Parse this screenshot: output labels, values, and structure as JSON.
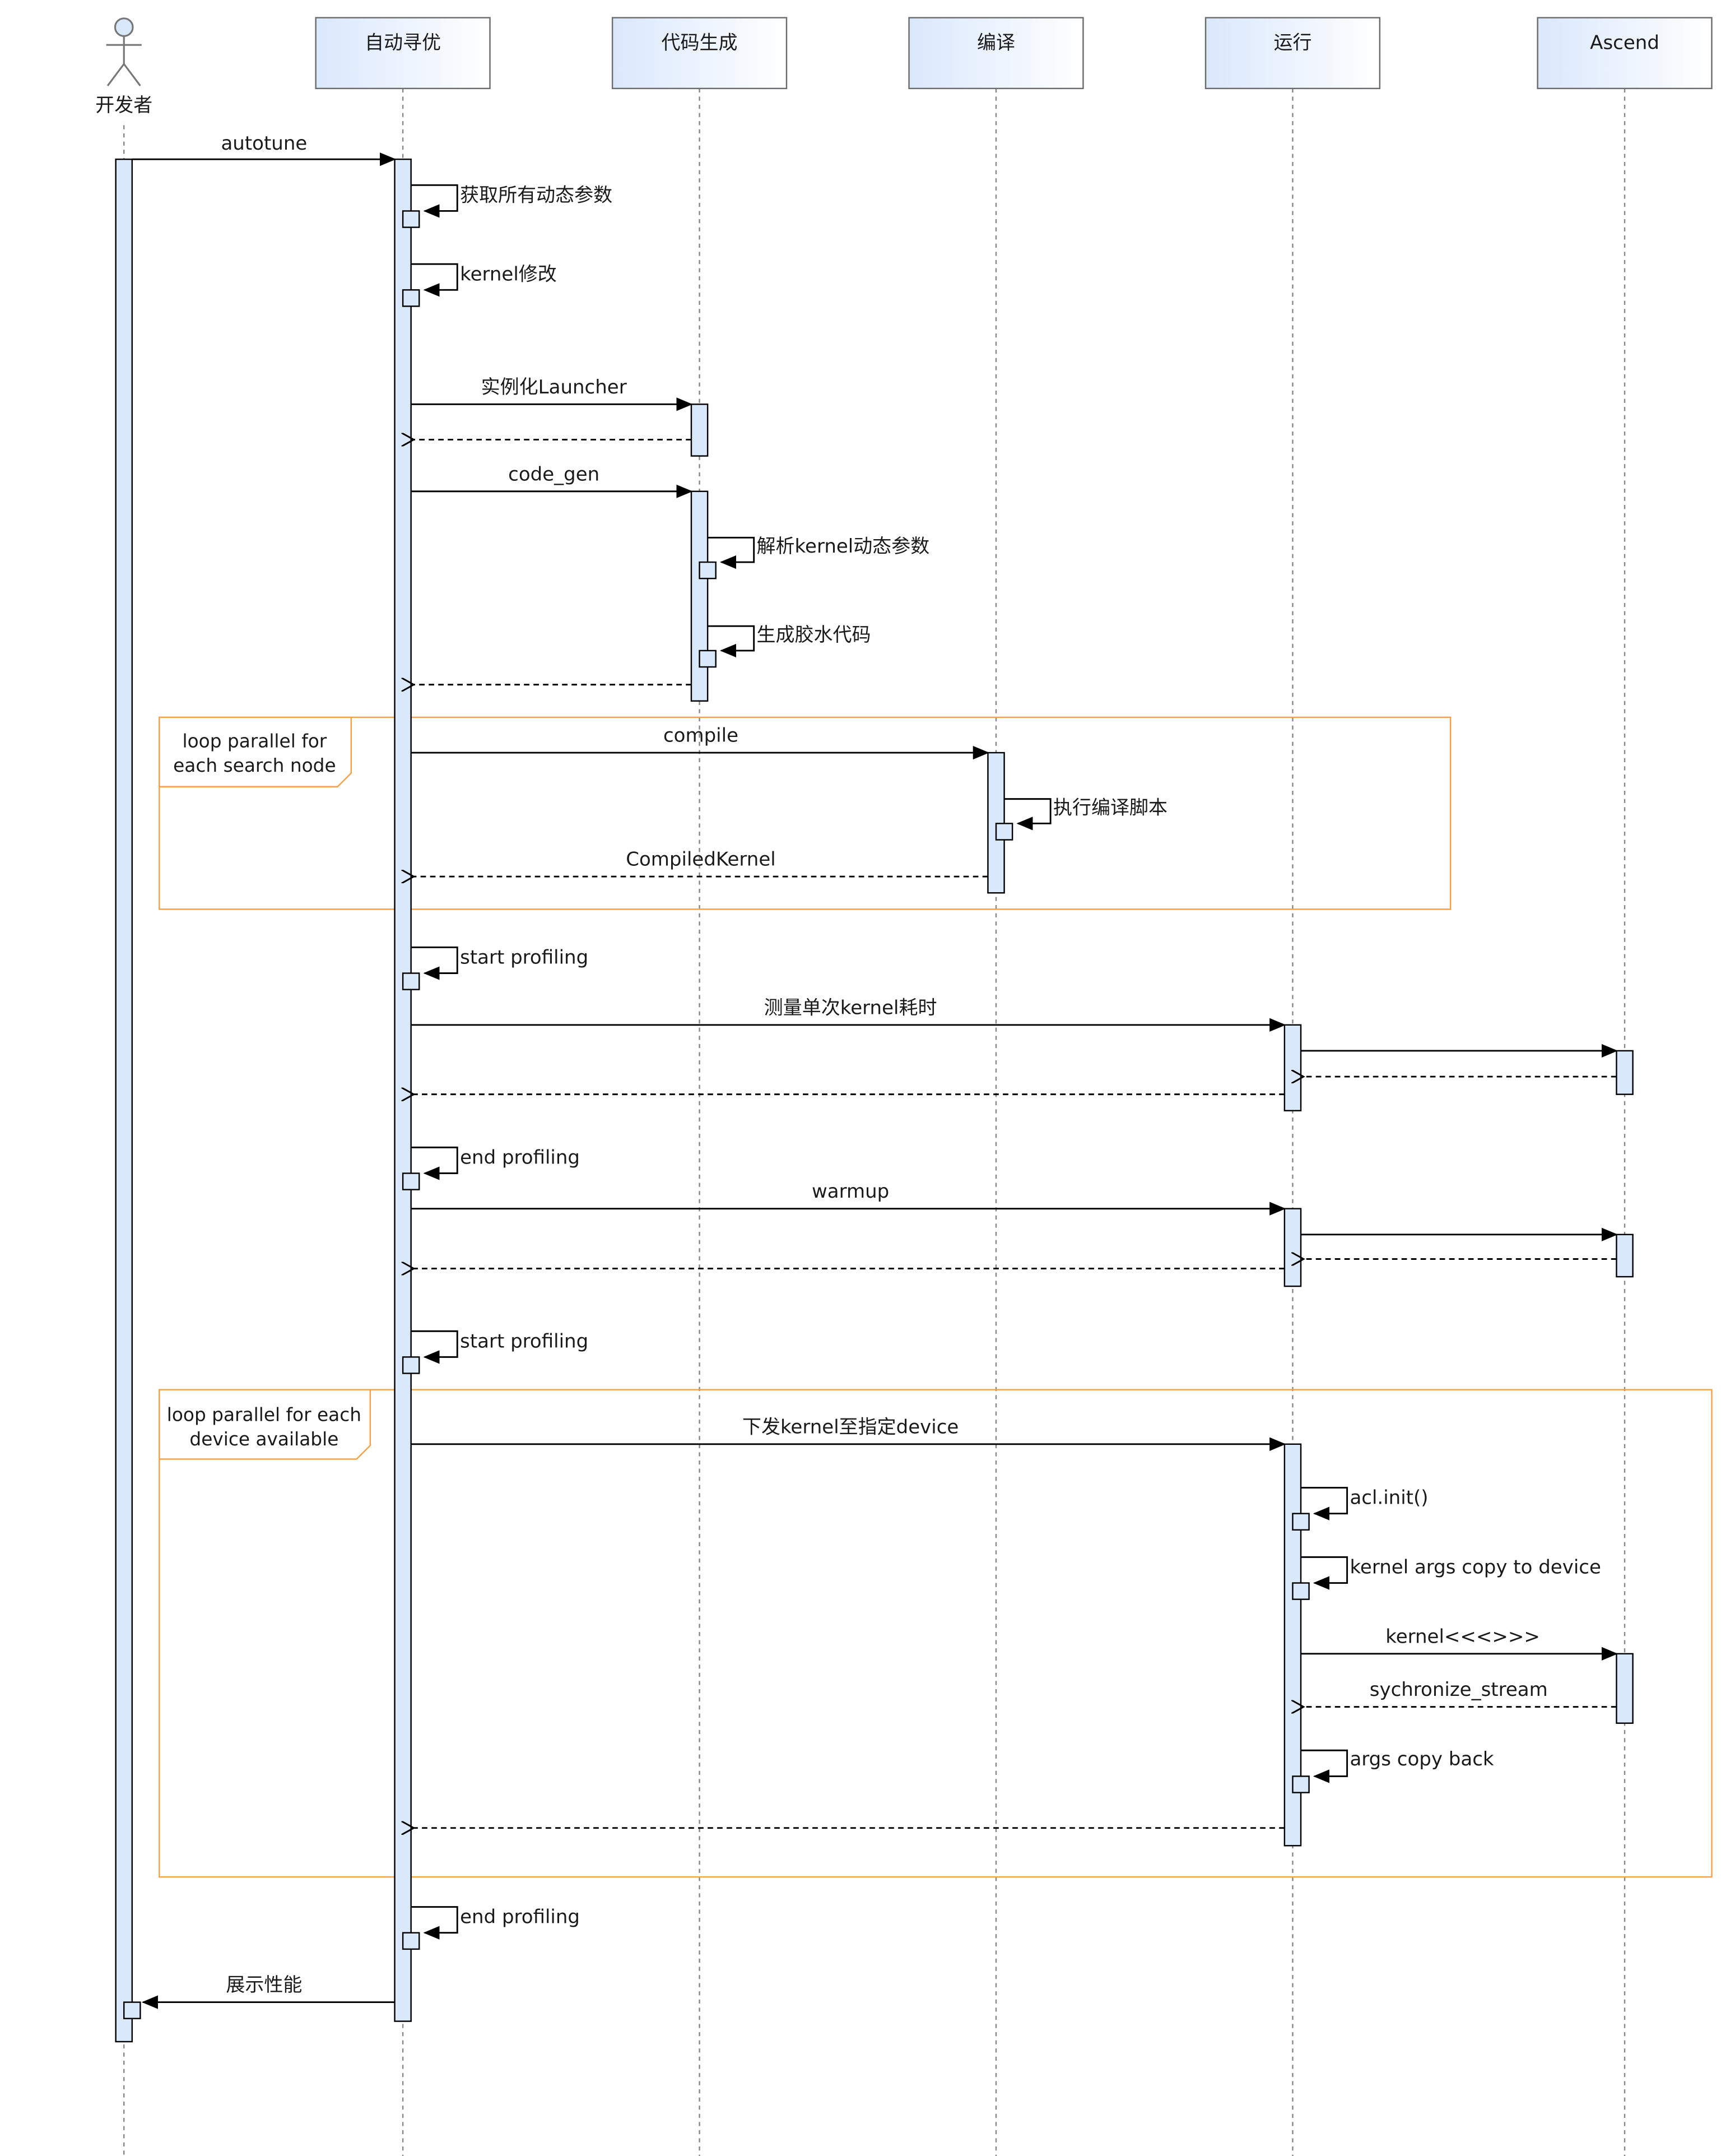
{
  "actor": {
    "label": "开发者"
  },
  "participants": [
    {
      "id": "autotune",
      "label": "自动寻优"
    },
    {
      "id": "codegen",
      "label": "代码生成"
    },
    {
      "id": "compile",
      "label": "编译"
    },
    {
      "id": "run",
      "label": "运行"
    },
    {
      "id": "ascend",
      "label": "Ascend"
    }
  ],
  "loops": [
    {
      "id": "loop1",
      "label_lines": [
        "loop parallel for",
        "each search node"
      ]
    },
    {
      "id": "loop2",
      "label_lines": [
        "loop parallel for each",
        "device available"
      ]
    }
  ],
  "messages": [
    {
      "id": "m_autotune",
      "label": "autotune",
      "from": "dev",
      "to": "autotune",
      "kind": "sync"
    },
    {
      "id": "m_get_params",
      "label": "获取所有动态参数",
      "from": "autotune",
      "to": "autotune",
      "kind": "self"
    },
    {
      "id": "m_kernel_modify",
      "label": "kernel修改",
      "from": "autotune",
      "to": "autotune",
      "kind": "self"
    },
    {
      "id": "m_launcher",
      "label": "实例化Launcher",
      "from": "autotune",
      "to": "codegen",
      "kind": "sync"
    },
    {
      "id": "m_launcher_ret",
      "label": "",
      "from": "codegen",
      "to": "autotune",
      "kind": "return"
    },
    {
      "id": "m_code_gen",
      "label": "code_gen",
      "from": "autotune",
      "to": "codegen",
      "kind": "sync"
    },
    {
      "id": "m_parse",
      "label": "解析kernel动态参数",
      "from": "codegen",
      "to": "codegen",
      "kind": "self"
    },
    {
      "id": "m_glue",
      "label": "生成胶水代码",
      "from": "codegen",
      "to": "codegen",
      "kind": "self"
    },
    {
      "id": "m_code_gen_ret",
      "label": "",
      "from": "codegen",
      "to": "autotune",
      "kind": "return"
    },
    {
      "id": "m_compile",
      "label": "compile",
      "from": "autotune",
      "to": "compile",
      "kind": "sync"
    },
    {
      "id": "m_script",
      "label": "执行编译脚本",
      "from": "compile",
      "to": "compile",
      "kind": "self"
    },
    {
      "id": "m_compiled",
      "label": "CompiledKernel",
      "from": "compile",
      "to": "autotune",
      "kind": "return"
    },
    {
      "id": "m_start_prof1",
      "label": "start profiling",
      "from": "autotune",
      "to": "autotune",
      "kind": "self"
    },
    {
      "id": "m_measure",
      "label": "测量单次kernel耗时",
      "from": "autotune",
      "to": "run",
      "kind": "sync"
    },
    {
      "id": "m_run_ascend1",
      "label": "",
      "from": "run",
      "to": "ascend",
      "kind": "sync"
    },
    {
      "id": "m_ascend_ret1",
      "label": "",
      "from": "ascend",
      "to": "run",
      "kind": "return"
    },
    {
      "id": "m_measure_ret",
      "label": "",
      "from": "run",
      "to": "autotune",
      "kind": "return"
    },
    {
      "id": "m_end_prof1",
      "label": "end profiling",
      "from": "autotune",
      "to": "autotune",
      "kind": "self"
    },
    {
      "id": "m_warmup",
      "label": "warmup",
      "from": "autotune",
      "to": "run",
      "kind": "sync"
    },
    {
      "id": "m_run_ascend2",
      "label": "",
      "from": "run",
      "to": "ascend",
      "kind": "sync"
    },
    {
      "id": "m_ascend_ret2",
      "label": "",
      "from": "ascend",
      "to": "run",
      "kind": "return"
    },
    {
      "id": "m_warmup_ret",
      "label": "",
      "from": "run",
      "to": "autotune",
      "kind": "return"
    },
    {
      "id": "m_start_prof2",
      "label": "start profiling",
      "from": "autotune",
      "to": "autotune",
      "kind": "self"
    },
    {
      "id": "m_dispatch",
      "label": "下发kernel至指定device",
      "from": "autotune",
      "to": "run",
      "kind": "sync"
    },
    {
      "id": "m_acl_init",
      "label": "acl.init()",
      "from": "run",
      "to": "run",
      "kind": "self"
    },
    {
      "id": "m_args_copy",
      "label": "kernel args copy to device",
      "from": "run",
      "to": "run",
      "kind": "self"
    },
    {
      "id": "m_kernel_launch",
      "label": "kernel<<<>>>",
      "from": "run",
      "to": "ascend",
      "kind": "sync"
    },
    {
      "id": "m_sync_stream",
      "label": "sychronize_stream",
      "from": "ascend",
      "to": "run",
      "kind": "return"
    },
    {
      "id": "m_copy_back",
      "label": "args copy back",
      "from": "run",
      "to": "run",
      "kind": "self"
    },
    {
      "id": "m_dispatch_ret",
      "label": "",
      "from": "run",
      "to": "autotune",
      "kind": "return"
    },
    {
      "id": "m_end_prof2",
      "label": "end profiling",
      "from": "autotune",
      "to": "autotune",
      "kind": "self"
    },
    {
      "id": "m_show",
      "label": "展示性能",
      "from": "autotune",
      "to": "dev",
      "kind": "sync"
    }
  ],
  "colors": {
    "activation_fill": "#dae8fc",
    "line": "#000000",
    "loop_border": "#f5a04a",
    "header_gradient_start": "#dae8fc",
    "header_gradient_end": "#ffffff",
    "header_border": "#6b6b6b"
  }
}
